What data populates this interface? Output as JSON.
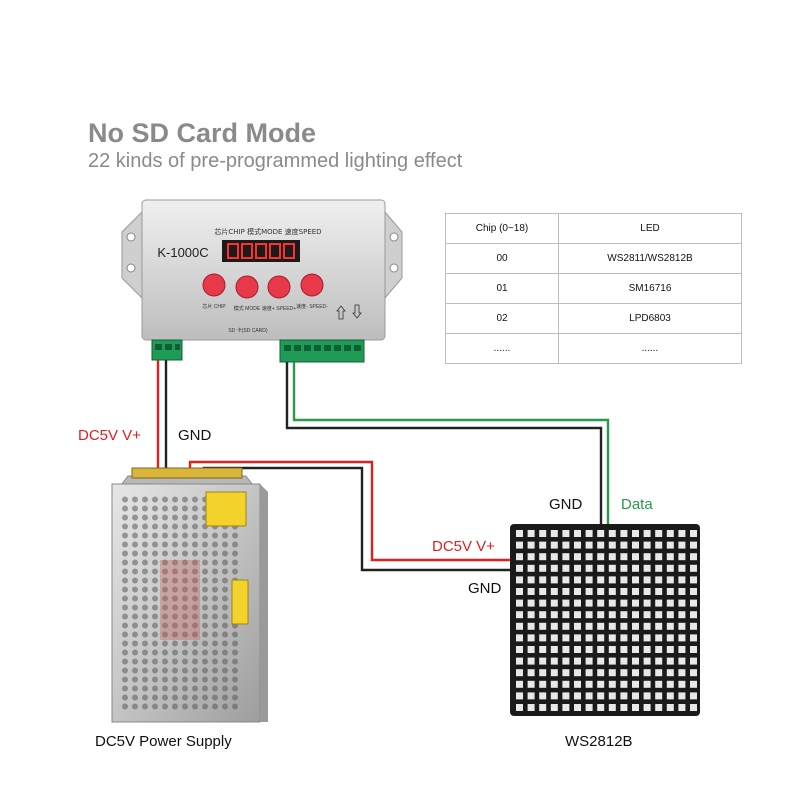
{
  "header": {
    "title": "No SD Card Mode",
    "subtitle": "22 kinds of pre-programmed lighting effect"
  },
  "controller": {
    "model": "K-1000C",
    "panel_label": "芯片CHIP 模式MODE 速度SPEED",
    "sd_label": "SD 卡(SD CARD)",
    "button_labels": [
      "芯片 CHIP",
      "模式 MODE",
      "速度+ SPEED+",
      "速度- SPEED-"
    ]
  },
  "chip_table": {
    "headers": [
      "Chip (0~18)",
      "LED"
    ],
    "rows": [
      [
        "00",
        "WS2811/WS2812B"
      ],
      [
        "01",
        "SM16716"
      ],
      [
        "02",
        "LPD6803"
      ],
      [
        "......",
        "......"
      ]
    ]
  },
  "wire_labels": {
    "dc5v_left": "DC5V V+",
    "gnd_left": "GND",
    "gnd_top_matrix": "GND",
    "data": "Data",
    "dc5v_matrix": "DC5V V+",
    "gnd_matrix": "GND"
  },
  "captions": {
    "power_supply": "DC5V Power Supply",
    "matrix": "WS2812B"
  },
  "colors": {
    "red_wire": "#e02020",
    "green_wire": "#2a9a4a",
    "black_wire": "#222222"
  }
}
